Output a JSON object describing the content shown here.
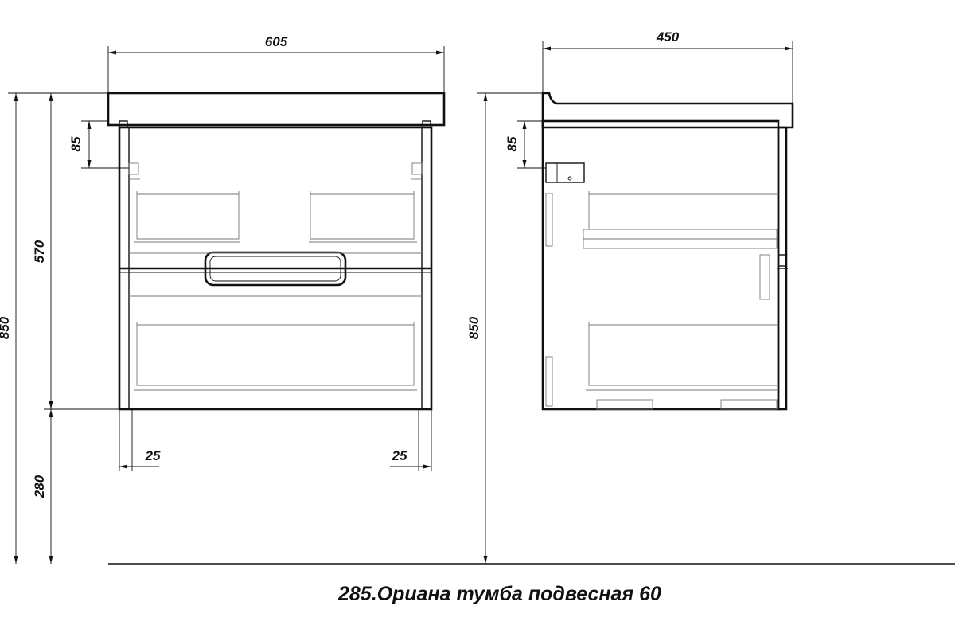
{
  "title": "285.Ориана тумба подвесная 60",
  "front_view": {
    "width_label": "605",
    "total_height_label": "850",
    "cabinet_height_label": "570",
    "floor_gap_label": "280",
    "top_offset_label": "85",
    "left_inset_label": "25",
    "right_inset_label": "25"
  },
  "side_view": {
    "depth_label": "450",
    "total_height_label": "850",
    "top_offset_label": "85"
  }
}
